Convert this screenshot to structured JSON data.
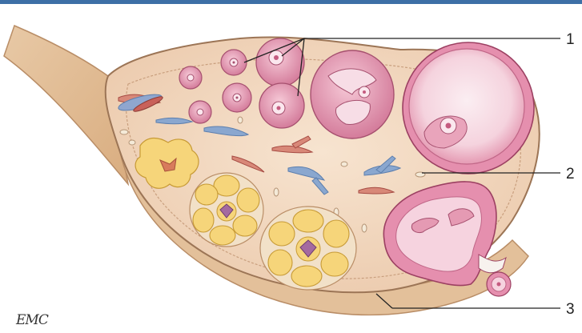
{
  "figure": {
    "callouts": [
      {
        "label": "1"
      },
      {
        "label": "2"
      },
      {
        "label": "3"
      }
    ],
    "logo_text": "EMC",
    "colors": {
      "header_rule": "#3d6fa6",
      "stroma": "#f4dcc6",
      "ligament": "#e2bd93",
      "follicle_pink": "#e9a4bb",
      "follicle_dark": "#c55b80",
      "corpus_luteum": "#f6d57a",
      "vessel_blue": "#8aa7cf",
      "vessel_red": "#c8615a"
    }
  }
}
